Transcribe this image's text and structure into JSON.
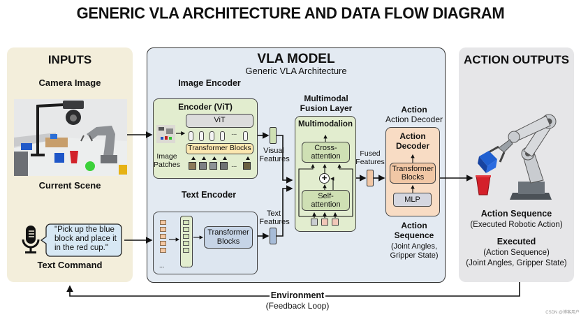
{
  "title": "GENERIC VLA ARCHITECTURE AND DATA FLOW DIAGRAM",
  "inputs": {
    "heading": "INPUTS",
    "camera_label": "Camera Image",
    "scene_label": "Current Scene",
    "command_quote": "\"Pick up the blue block and place it in the red cup.\"",
    "command_lines": [
      "\"Pick up the blue",
      "block and place it",
      "in the red cup.\""
    ],
    "command_label": "Text Command",
    "icons": [
      "camera-scene-photo",
      "microphone-icon",
      "speech-bubble"
    ]
  },
  "model": {
    "heading": "VLA MODEL",
    "subheading": "Generic VLA Architecture",
    "image_encoder": {
      "label": "Image Encoder",
      "box_title": "Encoder (ViT)",
      "vit_label": "ViT",
      "token_ellipsis": "...",
      "transformer_label": "Transformer Blocks",
      "patch_ellipsis": "...",
      "patches_label_1": "Image",
      "patches_label_2": "Patches",
      "output_label_1": "Visual",
      "output_label_2": "Features"
    },
    "text_encoder": {
      "label": "Text Encoder",
      "transformer_label_1": "Transformer",
      "transformer_label_2": "Blocks",
      "ellipsis": "...",
      "output_label_1": "Text",
      "output_label_2": "Features"
    },
    "fusion": {
      "label_1": "Multimodal",
      "label_2": "Fusion Layer",
      "box_title": "Multimodalion",
      "cross_attention_1": "Cross-",
      "cross_attention_2": "attention",
      "self_attention_1": "Self-",
      "self_attention_2": "attention",
      "plus_symbol": "+",
      "output_label_1": "Fused",
      "output_label_2": "Features"
    },
    "decoder": {
      "label_1": "Action",
      "label_2": "Action Decoder",
      "box_title_1": "Action",
      "box_title_2": "Decoder",
      "transformer_label_1": "Transformer",
      "transformer_label_2": "Blocks",
      "mlp_label": "MLP",
      "seq_label_1": "Action",
      "seq_label_2": "Sequence",
      "seq_detail_1": "(Joint Angles,",
      "seq_detail_2": "Gripper State)"
    }
  },
  "outputs": {
    "heading": "ACTION OUTPUTS",
    "seq_title": "Action Sequence",
    "seq_detail": "(Executed Robotic Action)",
    "exec_title": "Executed",
    "exec_detail_1": "(Action Sequence)",
    "exec_detail_2": "(Joint Angles, Gripper State)"
  },
  "feedback": {
    "label": "Environment",
    "detail": "(Feedback Loop)"
  },
  "watermark": "CSDN @博客用户",
  "colors": {
    "inputs_bg": "#f3eedb",
    "model_bg": "#e3eaf2",
    "outputs_bg": "#e6e6e8",
    "green_box": "#e2edcf",
    "green_inner": "#cfe0b4",
    "orange_box": "#f8dcc4",
    "orange_inner": "#f1c7a5",
    "yellow_block": "#fbe7b0",
    "blue_box": "#c6d4e6",
    "bubble": "#d7e8f4",
    "mlp": "#d5d7e0"
  }
}
